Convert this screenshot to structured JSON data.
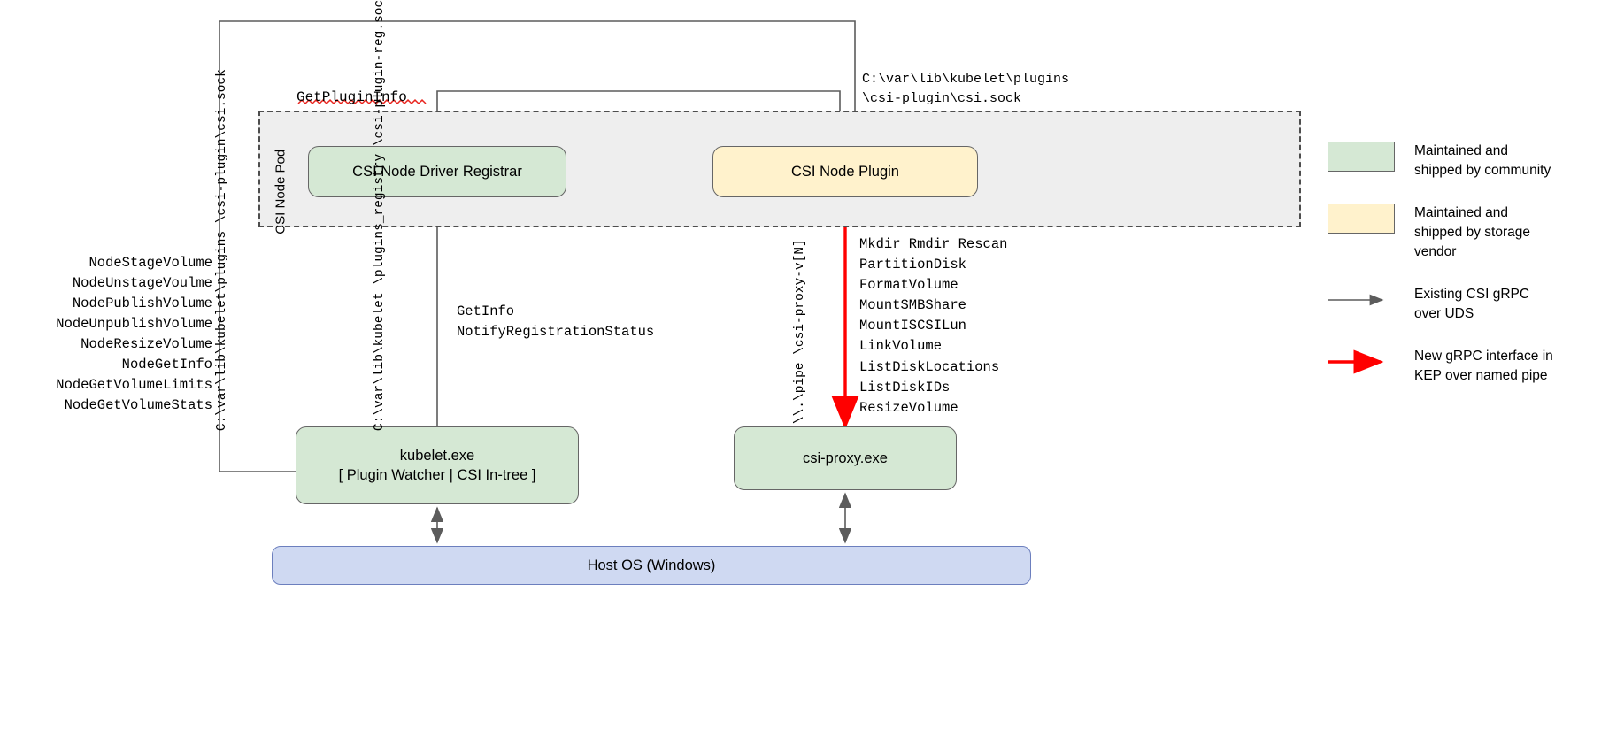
{
  "diagram": {
    "pod": {
      "label": "CSI Node Pod"
    },
    "boxes": {
      "registrar": {
        "label": "CSI Node Driver Registrar"
      },
      "node_plugin": {
        "label": "CSI Node Plugin"
      },
      "kubelet": {
        "line1": "kubelet.exe",
        "line2": "[ Plugin Watcher | CSI In-tree ]"
      },
      "csi_proxy": {
        "label": "csi-proxy.exe"
      },
      "host_os": {
        "label": "Host OS (Windows)"
      }
    },
    "labels": {
      "get_plugin_info": "GetPluginInfo",
      "node_plugin_socket": "C:\\var\\lib\\kubelet\\plugins\n\\csi-plugin\\csi.sock",
      "registrar_socket": "C:\\var\\lib\\kubelet\\plugins\n\\csi-plugin\\csi.sock",
      "registry_socket": "C:\\var\\lib\\kubelet\n\\plugins_registry\n\\csi-plugin-reg.sock",
      "registrar_calls": "GetInfo\nNotifyRegistrationStatus",
      "named_pipe": "\\\\.\\pipe\n\\csi-proxy-v[N]",
      "node_service_calls": "NodeStageVolume\nNodeUnstageVoulme\nNodePublishVolume\nNodeUnpublishVolume\nNodeResizeVolume\nNodeGetInfo\nNodeGetVolumeLimits\nNodeGetVolumeStats",
      "csi_proxy_calls": "Mkdir Rmdir Rescan\nPartitionDisk\nFormatVolume\nMountSMBShare\nMountISCSILun\nLinkVolume\nListDiskLocations\nListDiskIDs\nResizeVolume"
    },
    "legend": [
      {
        "kind": "swatch",
        "color": "#d5e8d4",
        "text": "Maintained and shipped by community"
      },
      {
        "kind": "swatch",
        "color": "#fff2cc",
        "text": "Maintained and shipped by storage vendor"
      },
      {
        "kind": "arrow",
        "color": "#666666",
        "text": "Existing CSI gRPC over UDS"
      },
      {
        "kind": "arrow",
        "color": "#ff0000",
        "text": "New gRPC interface in KEP over named pipe"
      }
    ]
  },
  "colors": {
    "community_green": "#d5e8d4",
    "vendor_yellow": "#fff2cc",
    "host_blue": "#cfd9f2",
    "pod_gray": "#eeeeee",
    "stroke_gray": "#666666",
    "new_interface_red": "#ff0000"
  }
}
